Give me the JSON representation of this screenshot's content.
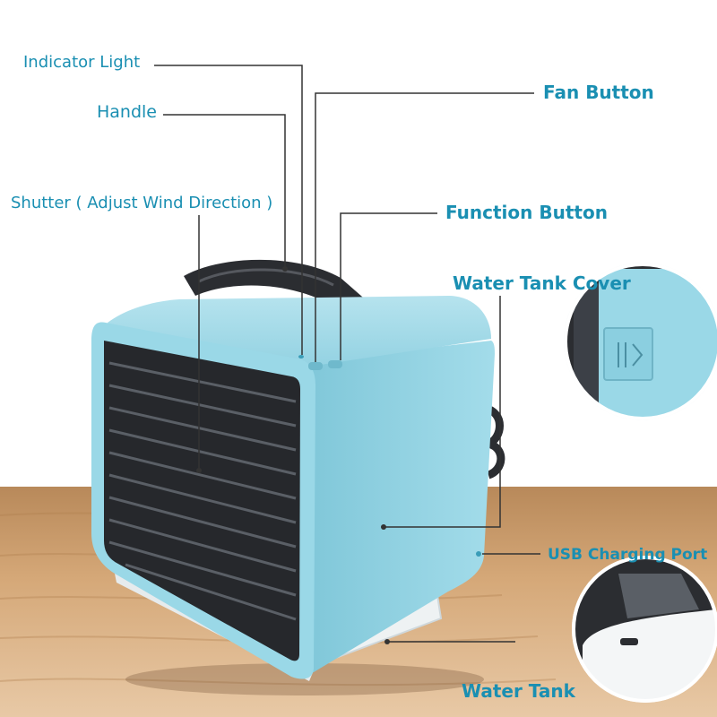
{
  "labels": {
    "indicator_light": "Indicator Light",
    "handle": "Handle",
    "shutter": "Shutter ( Adjust Wind Direction )",
    "fan_button": "Fan Button",
    "function_button": "Function Button",
    "water_tank_cover": "Water Tank Cover",
    "usb_charging_port": "USB Charging Port",
    "water_tank": "Water Tank"
  },
  "colors": {
    "label_text": "#1a8fb2",
    "leader_line": "#333333",
    "device_body": "#8fd4e3",
    "grille": "#26282c",
    "handle": "#2b2d31",
    "table_wood": "#c89b6c",
    "background": "#ffffff"
  }
}
